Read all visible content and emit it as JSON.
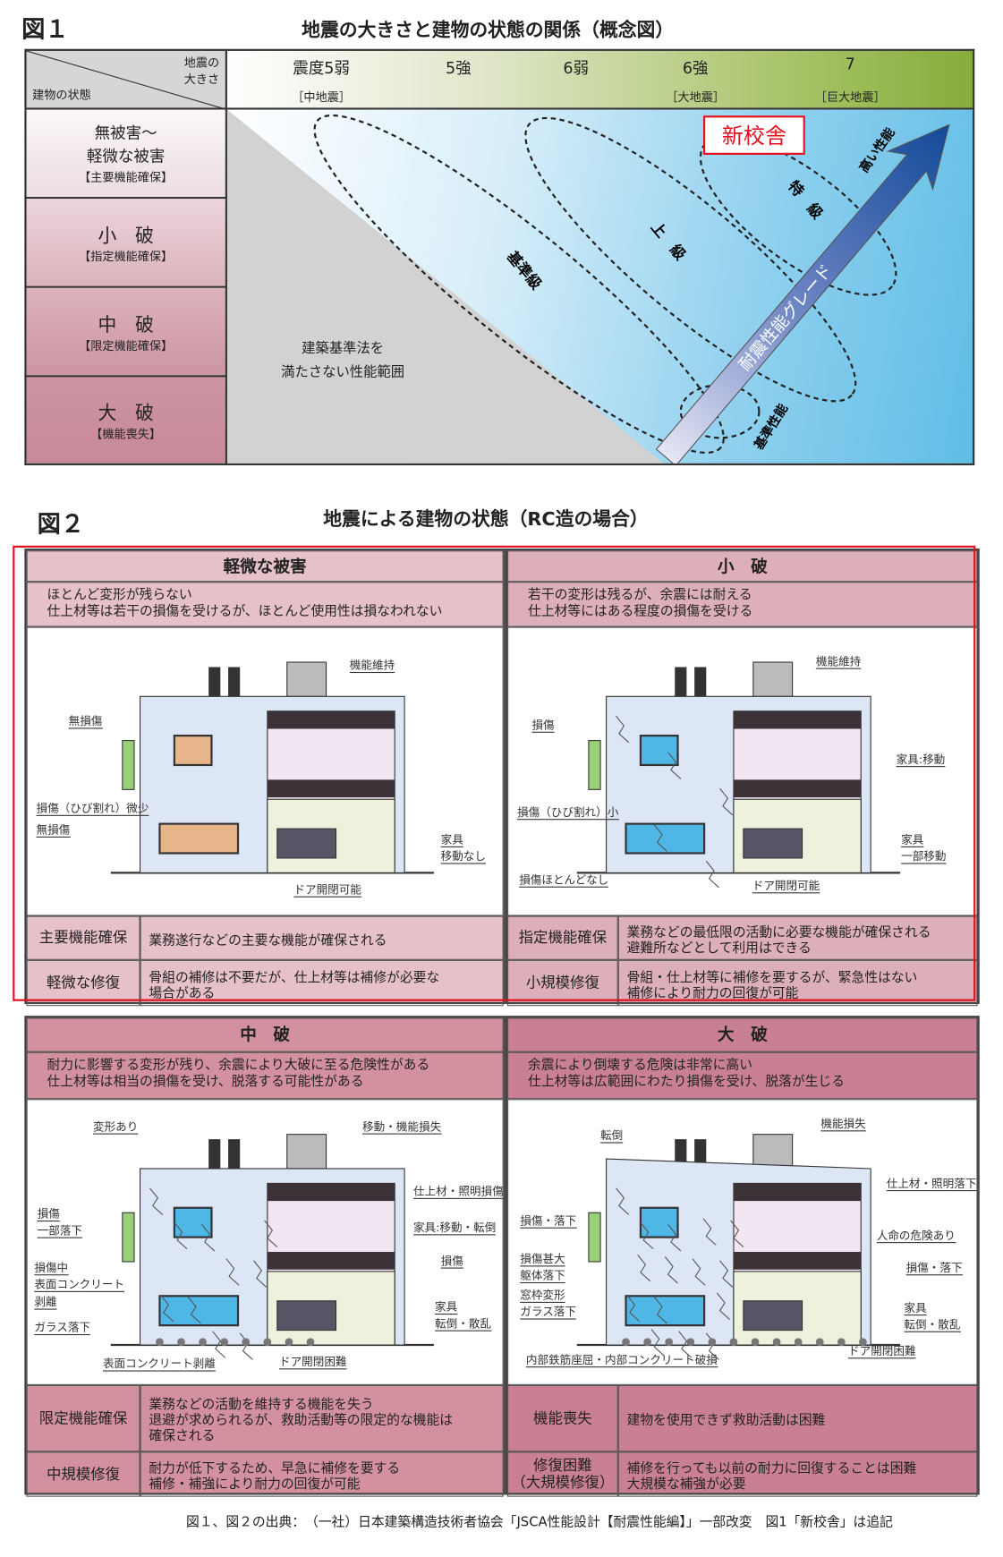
{
  "fig1": {
    "label": "図１",
    "title": "地震の大きさと建物の状態の関係（概念図）",
    "corner": {
      "top": "地震の\n大きさ",
      "bottom": "建物の状態"
    },
    "intensities": [
      {
        "label": "震度5弱",
        "sub": "［中地震］"
      },
      {
        "label": "5強",
        "sub": ""
      },
      {
        "label": "6弱",
        "sub": ""
      },
      {
        "label": "6強",
        "sub": "［大地震］"
      },
      {
        "label": "7",
        "sub": "［巨大地震］"
      }
    ],
    "states": [
      {
        "title": "無被害～\n軽微な被害",
        "sub": "【主要機能確保】"
      },
      {
        "title": "小　破",
        "sub": "【指定機能確保】"
      },
      {
        "title": "中　破",
        "sub": "【限定機能確保】"
      },
      {
        "title": "大　破",
        "sub": "【機能喪失】"
      }
    ],
    "below_code": "建築基準法を\n満たさない性能範囲",
    "grades": {
      "basic": "基準級",
      "upper": "上　級",
      "special": "特　級"
    },
    "arrow_label": "耐震性能グレード",
    "high": "高い性能",
    "base": "基準性能",
    "new_building": "新校舎",
    "colors": {
      "accent_red": "#e0101e",
      "arrow_dark": "#1a4f9c",
      "green": "#86ad3a"
    }
  },
  "fig2": {
    "label": "図２",
    "title": "地震による建物の状態（RC造の場合）",
    "panels": [
      {
        "title": "軽微な被害",
        "desc": "ほとんど変形が残らない\n仕上材等は若干の損傷を受けるが、ほとんど使用性は損なわれない",
        "rows": [
          {
            "label": "主要機能確保",
            "text": "業務遂行などの主要な機能が確保される"
          },
          {
            "label": "軽微な修復",
            "text": "骨組の補修は不要だが、仕上材等は補修が必要な\n場合がある"
          }
        ],
        "callouts": [
          "機能維持",
          "無損傷",
          "損傷（ひび割れ）微少",
          "無損傷",
          "家具",
          "移動なし",
          "ドア開閉可能"
        ]
      },
      {
        "title": "小　破",
        "desc": "若干の変形は残るが、余震には耐える\n仕上材等にはある程度の損傷を受ける",
        "rows": [
          {
            "label": "指定機能確保",
            "text": "業務などの最低限の活動に必要な機能が確保される\n避難所などとして利用はできる"
          },
          {
            "label": "小規模修復",
            "text": "骨組・仕上材等に補修を要するが、緊急性はない\n補修により耐力の回復が可能"
          }
        ],
        "callouts": [
          "機能維持",
          "損傷",
          "家具:移動",
          "損傷（ひび割れ）小",
          "家具",
          "一部移動",
          "損傷ほとんどなし",
          "ドア開閉可能"
        ]
      },
      {
        "title": "中　破",
        "desc": "耐力に影響する変形が残り、余震により大破に至る危険性がある\n仕上材等は相当の損傷を受け、脱落する可能性がある",
        "rows": [
          {
            "label": "限定機能確保",
            "text": "業務などの活動を維持する機能を失う\n退避が求められるが、救助活動等の限定的な機能は\n確保される"
          },
          {
            "label": "中規模修復",
            "text": "耐力が低下するため、早急に補修を要する\n補修・補強により耐力の回復が可能"
          }
        ],
        "callouts": [
          "変形あり",
          "移動・機能損失",
          "仕上材・照明損傷",
          "損傷",
          "一部落下",
          "家具:移動・転倒",
          "損傷中",
          "表面コンクリート",
          "剥離",
          "損傷",
          "家具",
          "転倒・散乱",
          "ガラス落下",
          "表面コンクリート剥離",
          "ドア開閉困難"
        ]
      },
      {
        "title": "大　破",
        "desc": "余震により倒壊する危険は非常に高い\n仕上材等は広範囲にわたり損傷を受け、脱落が生じる",
        "rows": [
          {
            "label": "機能喪失",
            "text": "建物を使用できず救助活動は困難"
          },
          {
            "label": "修復困難\n（大規模修復）",
            "text": "補修を行っても以前の耐力に回復することは困難\n大規模な補強が必要"
          }
        ],
        "callouts": [
          "転倒",
          "機能損失",
          "仕上材・照明落下",
          "損傷・落下",
          "人命の危険あり",
          "損傷甚大",
          "躯体落下",
          "損傷・落下",
          "窓枠変形",
          "ガラス落下",
          "家具",
          "転倒・散乱",
          "ドア開閉困難",
          "内部鉄筋座屈・内部コンクリート破損"
        ]
      }
    ]
  },
  "footer": "図１、図２の出典：　（一社）日本建築構造技術者協会「JSCA性能設計【耐震性能編】」一部改変　図1「新校舎」は追記"
}
